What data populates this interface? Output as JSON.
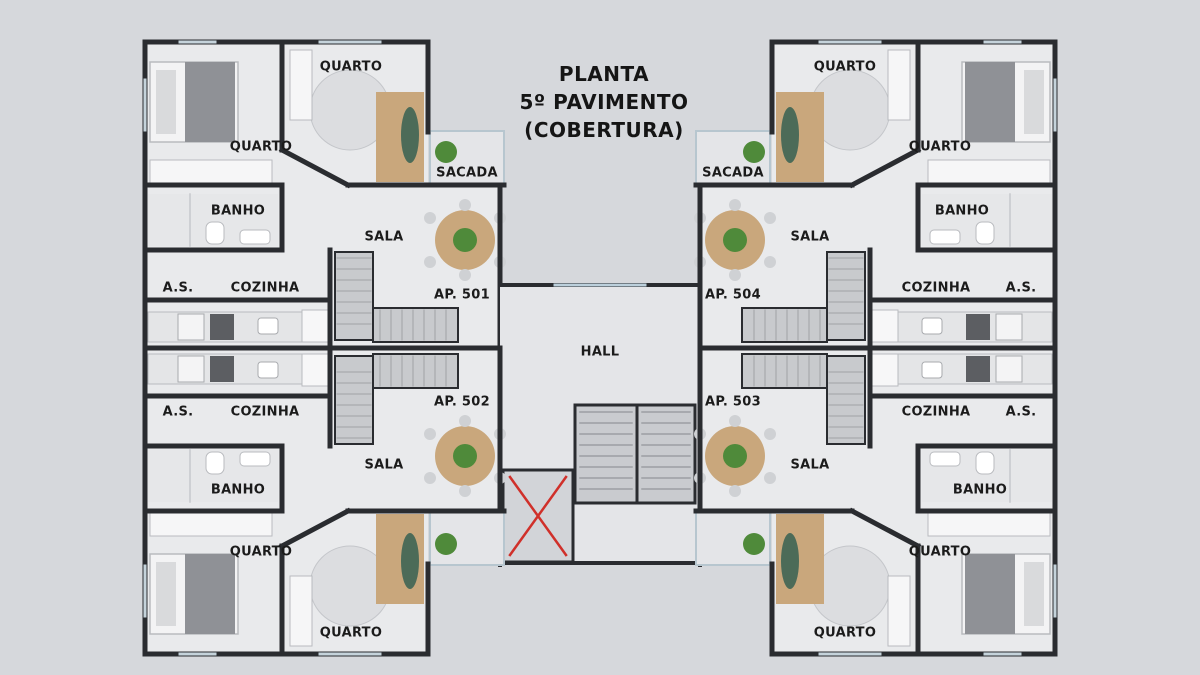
{
  "title": {
    "line1": "PLANTA",
    "line2": "5º PAVIMENTO",
    "line3": "(COBERTURA)"
  },
  "rooms": {
    "quarto": "QUARTO",
    "banho": "BANHO",
    "sala": "SALA",
    "cozinha": "COZINHA",
    "as": "A.S.",
    "sacada": "SACADA",
    "hall": "HALL"
  },
  "apartments": {
    "ap501": "AP. 501",
    "ap502": "AP. 502",
    "ap503": "AP. 503",
    "ap504": "AP. 504"
  },
  "colors": {
    "background": "#d6d8dc",
    "floor": "#e9eaec",
    "wall": "#2a2c30",
    "wood": "#c9a77c",
    "plant": "#4f8a3a",
    "elevator_cross": "#d0302a"
  }
}
